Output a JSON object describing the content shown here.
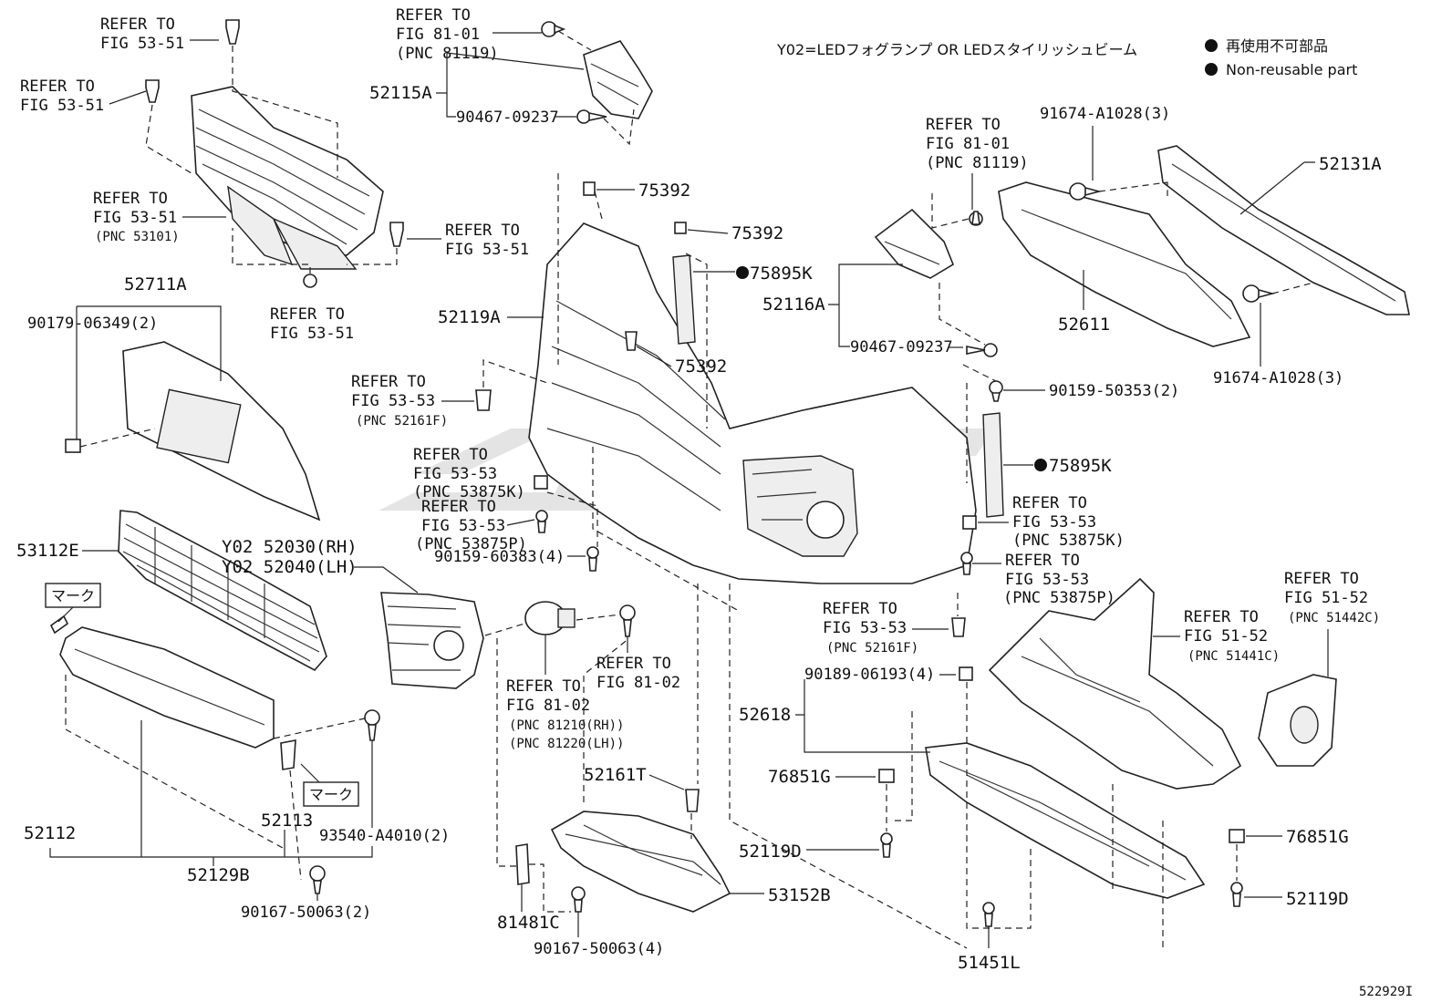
{
  "header": {
    "variant_note": "Y02=LEDフォグランプ OR LEDスタイリッシュビーム",
    "legend_jp": "再使用不可部品",
    "legend_en": "Non-reusable part"
  },
  "diagram_id": "522929I",
  "labels": {
    "fig5351_a": [
      "REFER TO",
      "FIG 53-51"
    ],
    "fig5351_b": [
      "REFER TO",
      "FIG 53-51"
    ],
    "fig5351_c": [
      "REFER TO",
      "FIG 53-51",
      "(PNC 53101)"
    ],
    "fig5351_d": [
      "REFER TO",
      "FIG 53-51"
    ],
    "fig5351_e": [
      "REFER TO",
      "FIG 53-51"
    ],
    "fig8101_a": [
      "REFER TO",
      "FIG 81-01",
      "(PNC 81119)"
    ],
    "fig8101_b": [
      "REFER TO",
      "FIG 81-01",
      "(PNC 81119)"
    ],
    "fig5353_a": [
      "REFER TO",
      "FIG 53-53",
      "(PNC 52161F)"
    ],
    "fig5353_b": [
      "REFER TO",
      "FIG 53-53",
      "(PNC 53875K)"
    ],
    "fig5353_c": [
      "REFER TO",
      "FIG 53-53",
      "(PNC 53875P)"
    ],
    "fig5353_d": [
      "REFER TO",
      "FIG 53-53",
      "(PNC 53875K)"
    ],
    "fig5353_e": [
      "REFER TO",
      "FIG 53-53",
      "(PNC 53875P)"
    ],
    "fig5353_f": [
      "REFER TO",
      "FIG 53-53",
      "(PNC 52161F)"
    ],
    "fig8102_a": [
      "REFER TO",
      "FIG 81-02"
    ],
    "fig8102_b": [
      "REFER TO",
      "FIG 81-02",
      "(PNC 81210(RH))",
      "(PNC 81220(LH))"
    ],
    "fig5152_a": [
      "REFER TO",
      "FIG 51-52",
      "(PNC 51441C)"
    ],
    "fig5152_b": [
      "REFER TO",
      "FIG 51-52",
      "(PNC 51442C)"
    ],
    "p52115A": "52115A",
    "p90467a": "90467-09237",
    "p75392a": "75392",
    "p75392b": "75392",
    "p75392c": "75392",
    "p75895a": "75895K",
    "p75895b": "75895K",
    "p52119A": "52119A",
    "p52711A": "52711A",
    "p90179": "90179-06349(2)",
    "p52116A": "52116A",
    "p90467b": "90467-09237",
    "p91674a": "91674-A1028(3)",
    "p91674b": "91674-A1028(3)",
    "p52131A": "52131A",
    "p52611": "52611",
    "p90159a": "90159-50353(2)",
    "p90159b": "90159-60383(4)",
    "p53112E": "53112E",
    "p52030": "Y02 52030(RH)",
    "p52040": "Y02 52040(LH)",
    "mark1": "マーク",
    "mark2": "マーク",
    "p52112": "52112",
    "p52113": "52113",
    "p93540": "93540-A4010(2)",
    "p52129B": "52129B",
    "p90167a": "90167-50063(2)",
    "p90167b": "90167-50063(4)",
    "p81481C": "81481C",
    "p52161T": "52161T",
    "p53152B": "53152B",
    "p90189": "90189-06193(4)",
    "p52618": "52618",
    "p76851a": "76851G",
    "p76851b": "76851G",
    "p52119Da": "52119D",
    "p52119Db": "52119D",
    "p51451L": "51451L"
  }
}
